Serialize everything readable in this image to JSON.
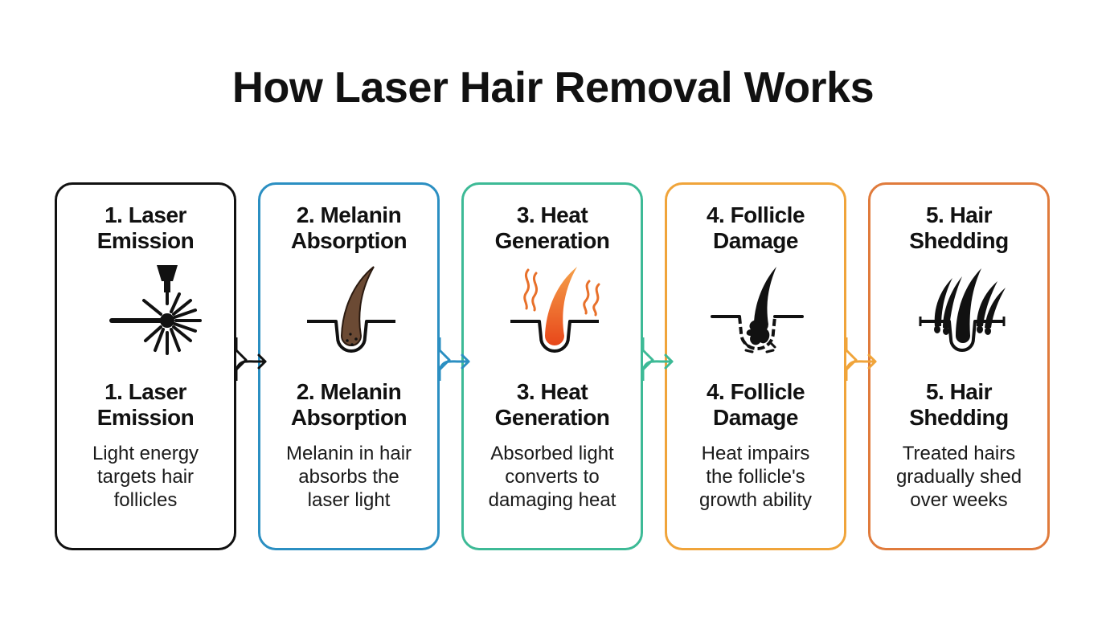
{
  "title": "How Laser Hair Removal Works",
  "steps": [
    {
      "title_lines": [
        "1. Laser",
        "Emission"
      ],
      "desc_lines": [
        "Light energy",
        "targets hair",
        "follicles"
      ],
      "color": "#111111",
      "icon": "laser-emitter-icon"
    },
    {
      "title_lines": [
        "2. Melanin",
        "Absorption"
      ],
      "desc_lines": [
        "Melanin in hair",
        "absorbs the",
        "laser light"
      ],
      "color": "#2b8fc2",
      "icon": "hair-follicle-icon"
    },
    {
      "title_lines": [
        "3. Heat",
        "Generation"
      ],
      "desc_lines": [
        "Absorbed light",
        "converts to",
        "damaging heat"
      ],
      "color": "#3dba96",
      "icon": "heated-follicle-icon"
    },
    {
      "title_lines": [
        "4. Follicle",
        "Damage"
      ],
      "desc_lines": [
        "Heat impairs",
        "the follicle's",
        "growth ability"
      ],
      "color": "#f0a43a",
      "icon": "damaged-follicle-icon"
    },
    {
      "title_lines": [
        "5. Hair",
        "Shedding"
      ],
      "desc_lines": [
        "Treated hairs",
        "gradually shed",
        "over weeks"
      ],
      "color": "#e07b3c",
      "icon": "shedding-hair-icon"
    }
  ]
}
